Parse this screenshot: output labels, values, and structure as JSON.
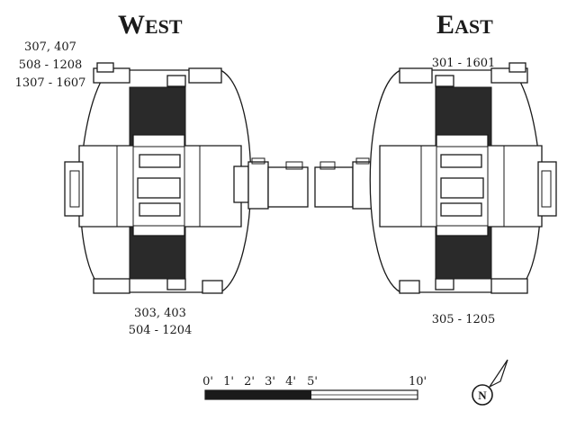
{
  "wings": {
    "west": {
      "title_initial": "W",
      "title_rest": "EST",
      "top_units": [
        "307, 407",
        "508 - 1208",
        "1307 - 1607"
      ],
      "bottom_units": [
        "303, 403",
        "504 - 1204"
      ]
    },
    "east": {
      "title_initial": "E",
      "title_rest": "AST",
      "top_units": [
        "301 - 1601"
      ],
      "bottom_units": [
        "305 - 1205"
      ]
    }
  },
  "scale_bar": {
    "ticks": [
      "0'",
      "1'",
      "2'",
      "3'",
      "4'",
      "5'",
      "10'"
    ],
    "filled_fraction": 0.5
  },
  "north_arrow": {
    "letter": "N",
    "icon": "north-arrow-icon"
  },
  "colors": {
    "ink": "#1a1a1a",
    "fill_dark": "#2a2a2a",
    "background": "#ffffff"
  }
}
